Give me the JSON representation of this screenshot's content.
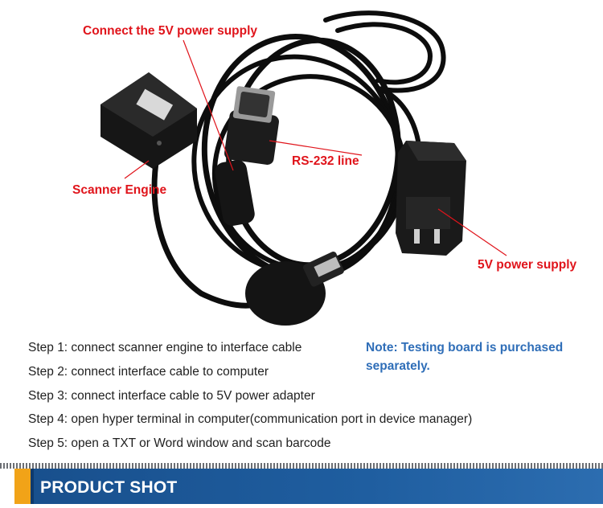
{
  "callouts": {
    "power_connect": "Connect the 5V power supply",
    "rs232": "RS-232 line",
    "scanner_engine": "Scanner Engine",
    "power_supply": "5V power supply"
  },
  "steps": [
    "Step 1: connect scanner engine to interface cable",
    "Step 2: connect interface cable to computer",
    "Step 3: connect interface cable to 5V power adapter",
    "Step 4: open hyper terminal in computer(communication port in device manager)",
    "Step 5: open a TXT or Word window and scan barcode"
  ],
  "note": {
    "line1": "Note: Testing board is purchased",
    "line2": "separately."
  },
  "banner": {
    "title": "PRODUCT SHOT"
  },
  "colors": {
    "callout": "#e0141b",
    "note": "#2f6eb8",
    "banner": "#1f5ea0",
    "banner_accent": "#f1a318"
  }
}
